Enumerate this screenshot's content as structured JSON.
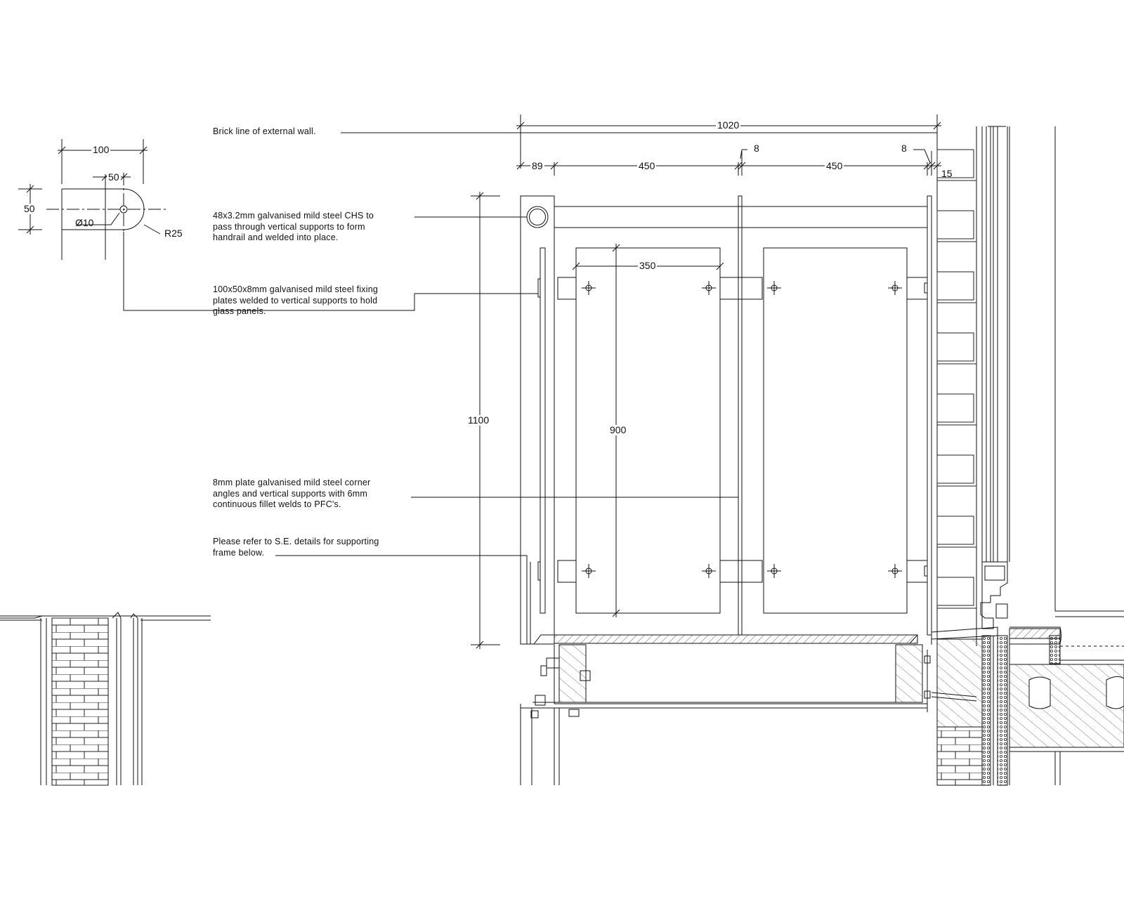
{
  "notes": {
    "brick_line": "Brick line of external wall.",
    "chs": "48x3.2mm galvanised mild steel CHS to\npass through vertical supports to form\nhandrail and welded into place.",
    "fixing_plates": "100x50x8mm galvanised mild steel fixing\nplates welded to vertical supports to hold\nglass panels.",
    "corner_angles": "8mm plate galvanised mild steel corner\nangles and vertical supports with 6mm\ncontinuous fillet welds to PFC's.",
    "refer": "Please refer to S.E. details for supporting\nframe below."
  },
  "dimensions": {
    "overall_width": "1020",
    "left_offset": "89",
    "panel_span_left": "450",
    "panel_span_right": "450",
    "gap_centre": "8",
    "gap_right": "8",
    "wall_gap": "15",
    "panel_width": "350",
    "panel_height": "900",
    "balustrade_height": "1100"
  },
  "plate_detail": {
    "width": "100",
    "hole_offset": "50",
    "height": "50",
    "hole_dia": "Ø10",
    "radius": "R25"
  }
}
